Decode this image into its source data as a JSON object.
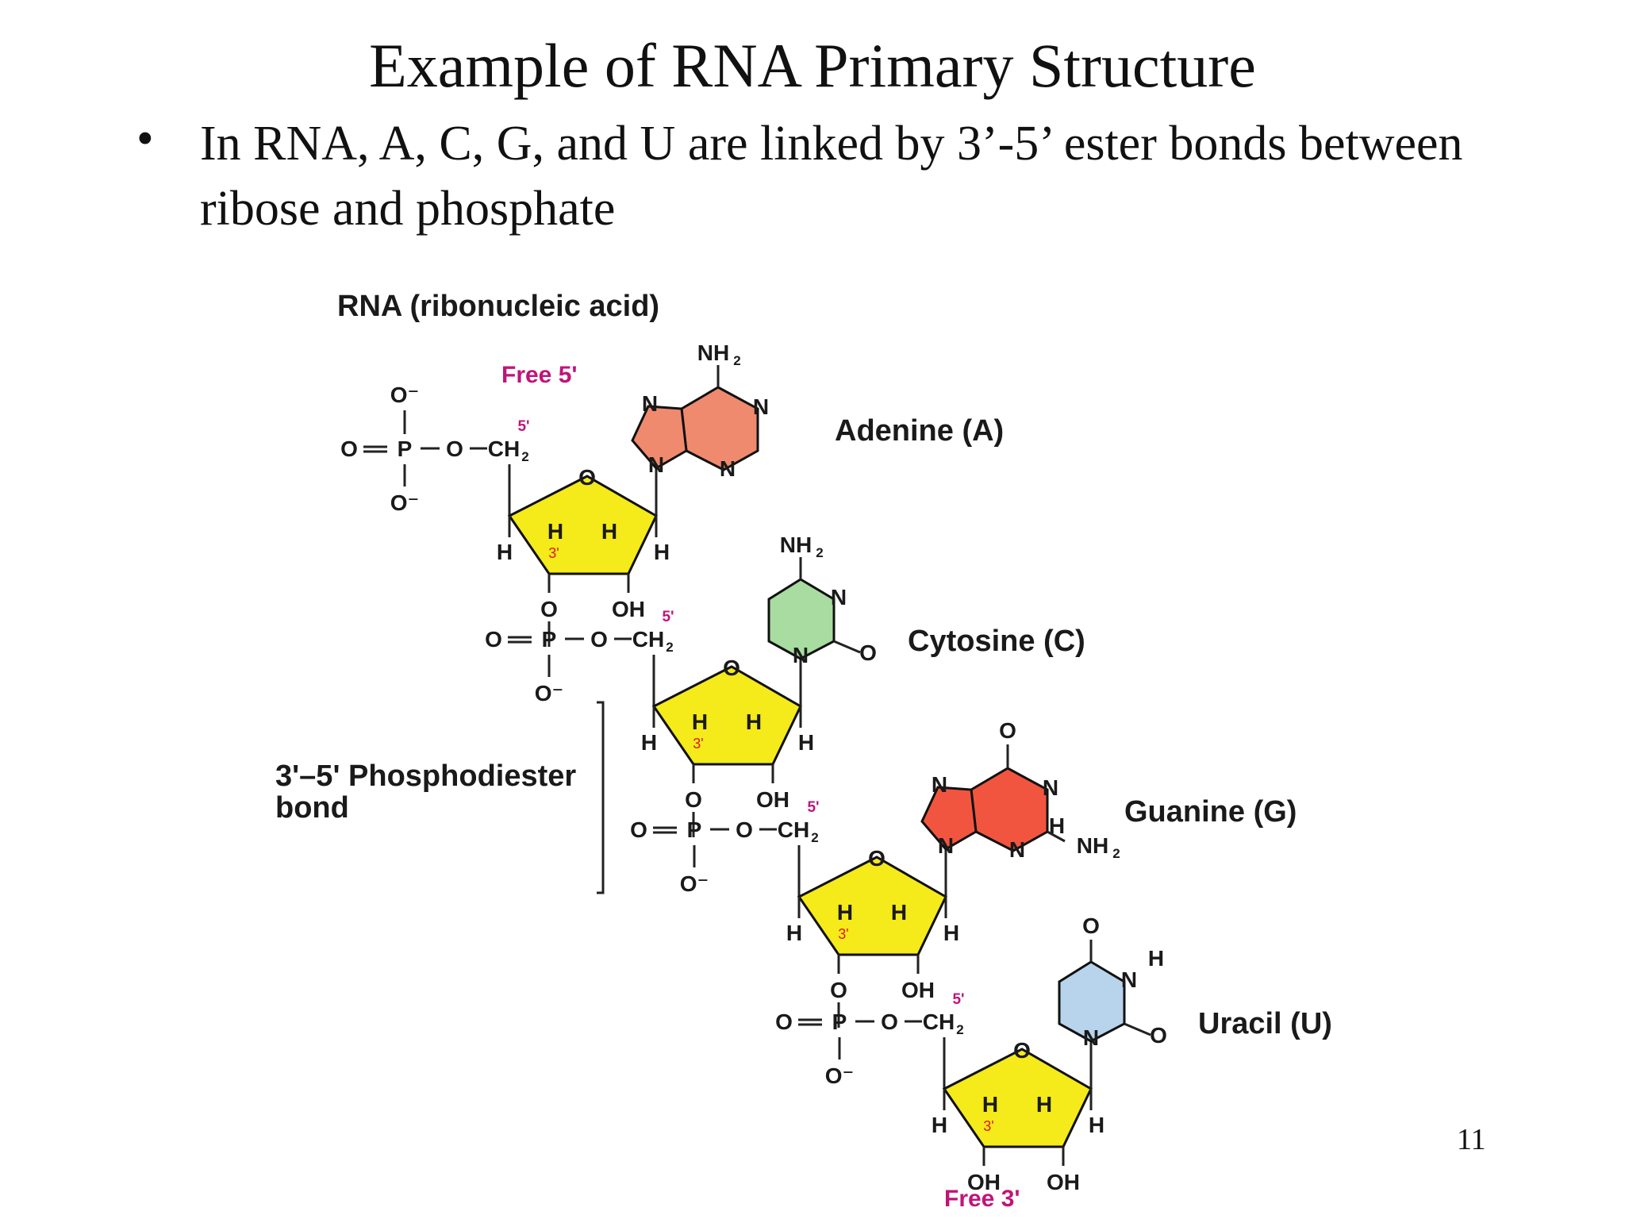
{
  "slide": {
    "title": "Example of RNA Primary Structure",
    "bullet_marker": "•",
    "bullet_text": "In RNA, A, C, G, and U are linked by 3’-5’ ester bonds between ribose and phosphate",
    "page_number": "11"
  },
  "diagram": {
    "heading": "RNA (ribonucleic acid)",
    "free_5_label": "Free 5'",
    "free_3_label": "Free 3'",
    "bond_label_line1": "3'–5' Phosphodiester",
    "bond_label_line2": "bond",
    "bases": [
      {
        "name": "Adenine (A)",
        "color": "#f08a6e"
      },
      {
        "name": "Cytosine (C)",
        "color": "#a8dca0"
      },
      {
        "name": "Guanine (G)",
        "color": "#f2553f"
      },
      {
        "name": "Uracil (U)",
        "color": "#b8d4ec"
      }
    ],
    "sugar_color": "#f5ea1a",
    "atoms": {
      "O": "O",
      "O_minus": "O⁻",
      "P": "P",
      "CH": "CH",
      "sub_2": "2",
      "H": "H",
      "OH": "OH",
      "N": "N",
      "NH": "NH",
      "pos_5": "5'",
      "pos_3": "3'"
    }
  }
}
